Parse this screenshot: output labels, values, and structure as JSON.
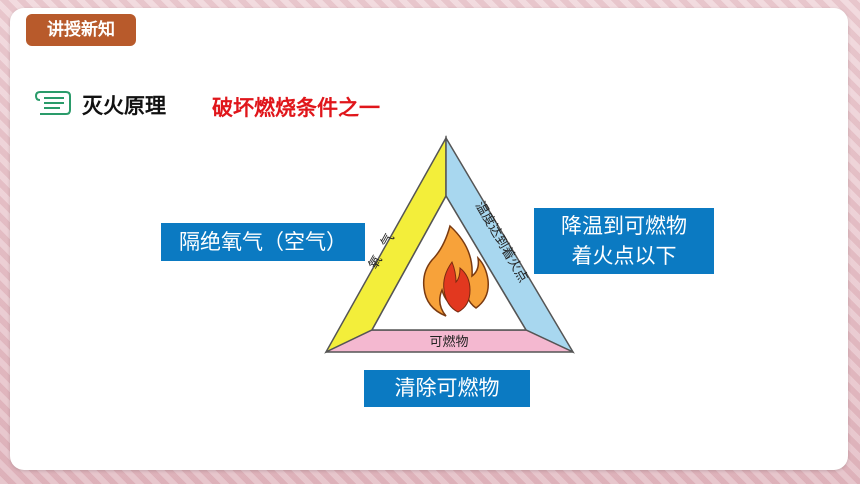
{
  "header": {
    "tag_label": "讲授新知"
  },
  "section": {
    "icon": "scroll-icon",
    "title": "灭火原理",
    "highlight": "破坏燃烧条件之一"
  },
  "triangle": {
    "left_side_label": "氧气",
    "right_side_label": "温度达到着火点",
    "bottom_side_label": "可燃物",
    "center_icon": "flame-icon",
    "colors": {
      "left": "#f3ee3a",
      "right": "#a8d7ef",
      "bottom": "#f4b8d0",
      "flame_outer": "#f7a23a",
      "flame_inner": "#e2381f"
    }
  },
  "callouts": {
    "left": "隔绝氧气（空气）",
    "right_line1": "降温到可燃物",
    "right_line2": "着火点以下",
    "bottom": "清除可燃物"
  },
  "colors": {
    "accent": "#b85a2b",
    "box": "#0b7ac2",
    "highlight": "#e0161b"
  }
}
